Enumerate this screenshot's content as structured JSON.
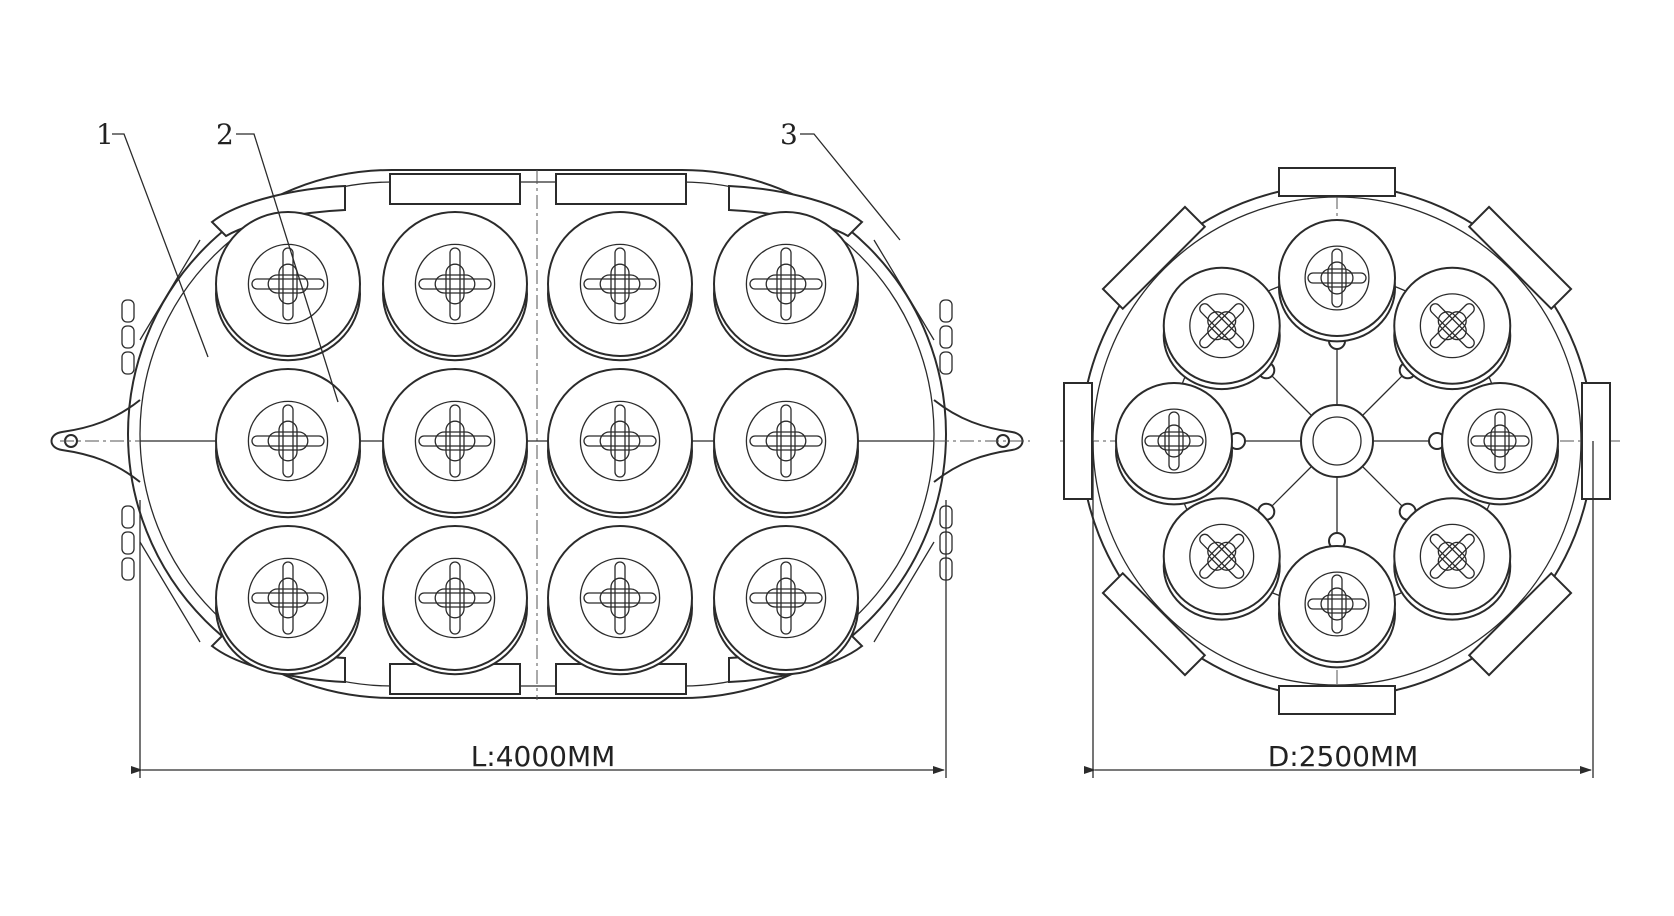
{
  "labels": {
    "item_1": "1",
    "item_2": "2",
    "item_3": "3"
  },
  "dimensions": {
    "length": "L:4000MM",
    "diameter": "D:2500MM"
  },
  "colors": {
    "line": "#2b2b2b",
    "background": "#ffffff"
  }
}
